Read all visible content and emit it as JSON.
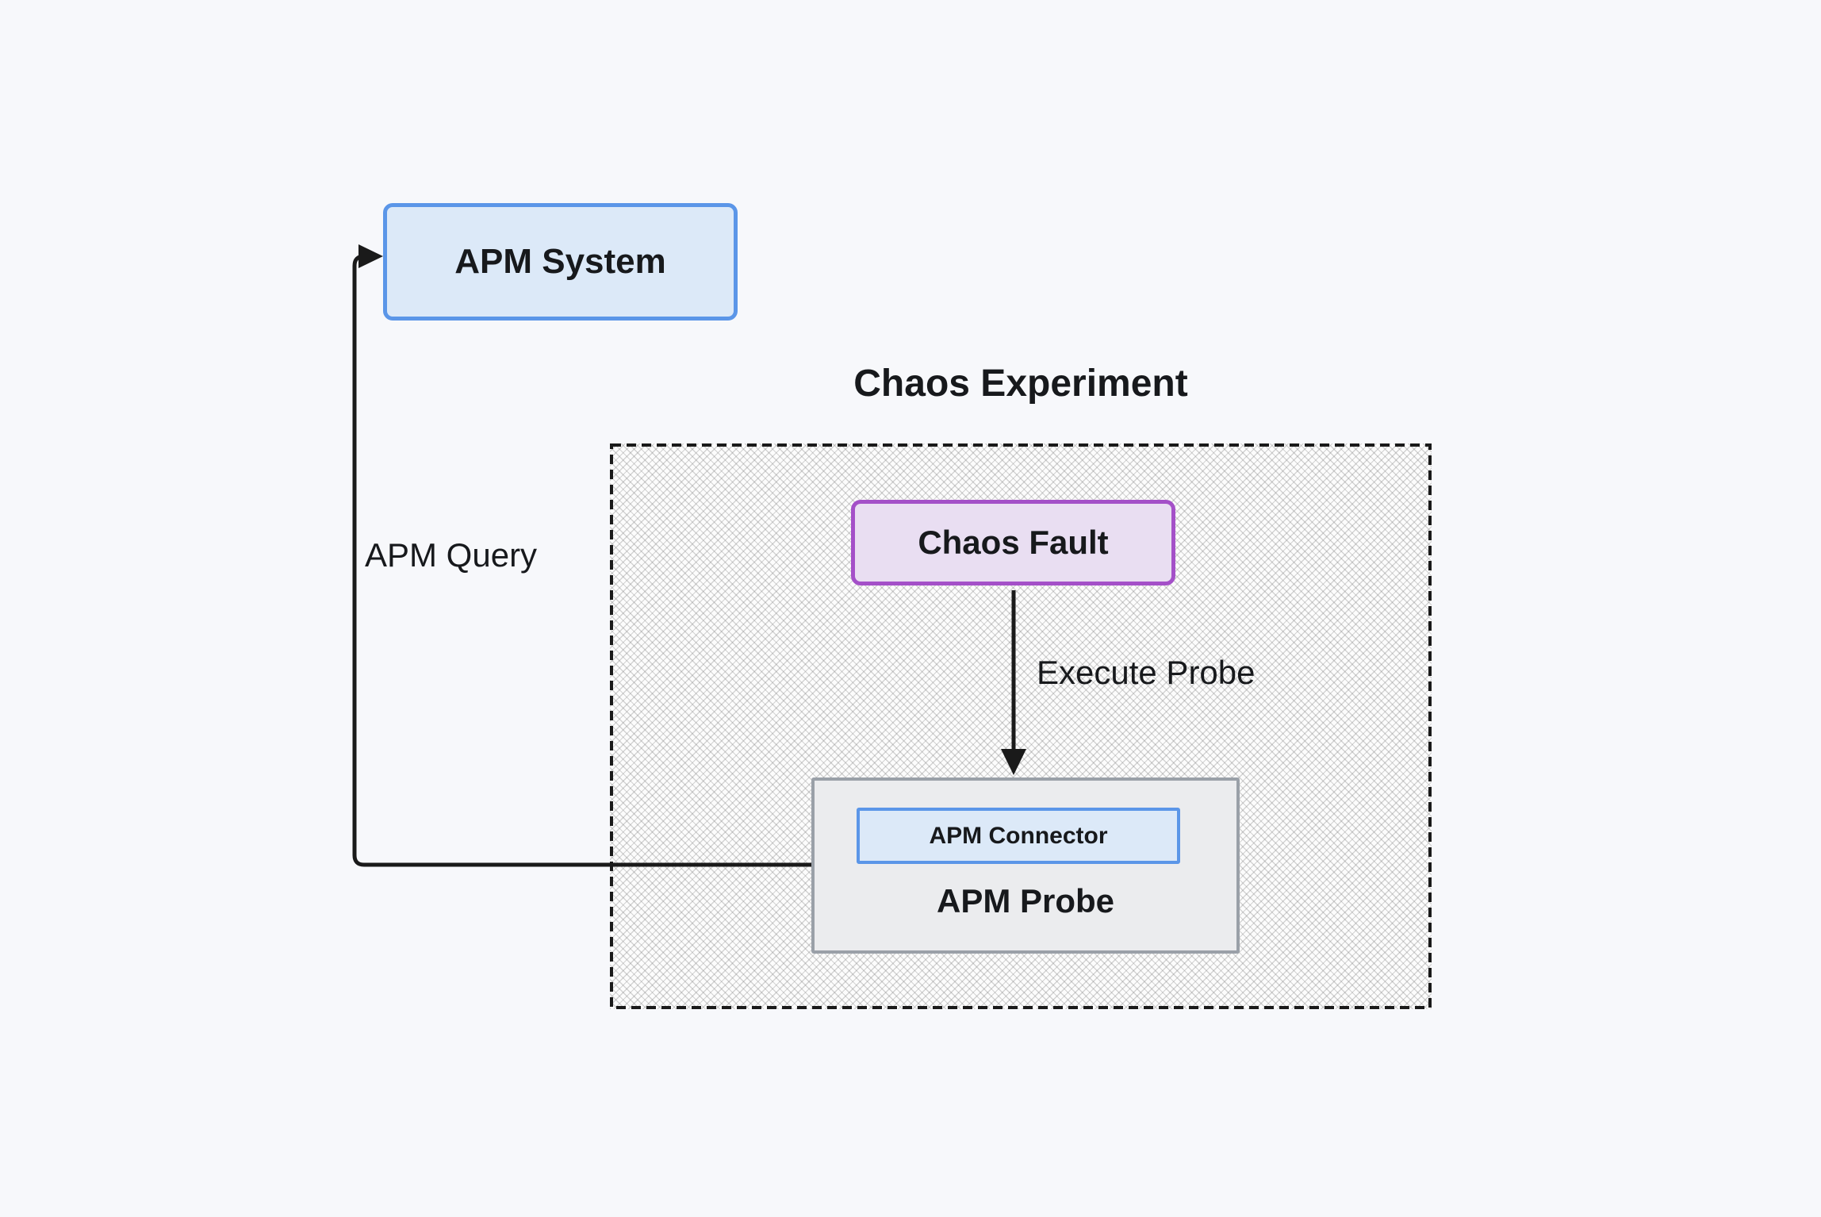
{
  "diagram": {
    "title": "Chaos Experiment",
    "nodes": {
      "apm_system": {
        "label": "APM System"
      },
      "chaos_fault": {
        "label": "Chaos Fault"
      },
      "apm_probe": {
        "label": "APM Probe"
      },
      "apm_connector": {
        "label": "APM Connector"
      }
    },
    "edges": {
      "apm_query": {
        "label": "APM Query",
        "from": "apm_connector",
        "to": "apm_system"
      },
      "execute_probe": {
        "label": "Execute Probe",
        "from": "chaos_fault",
        "to": "apm_probe"
      }
    },
    "colors": {
      "background": "#f7f8fb",
      "blue_border": "#5b96e8",
      "blue_fill": "#dce9f8",
      "purple_border": "#a450c8",
      "purple_fill": "#e9def2",
      "gray_border": "#9aa0a8",
      "gray_fill": "#ebecee",
      "line": "#1a1a1a",
      "text": "#17191c"
    },
    "icons": {
      "arrowhead": "filled-triangle"
    }
  }
}
